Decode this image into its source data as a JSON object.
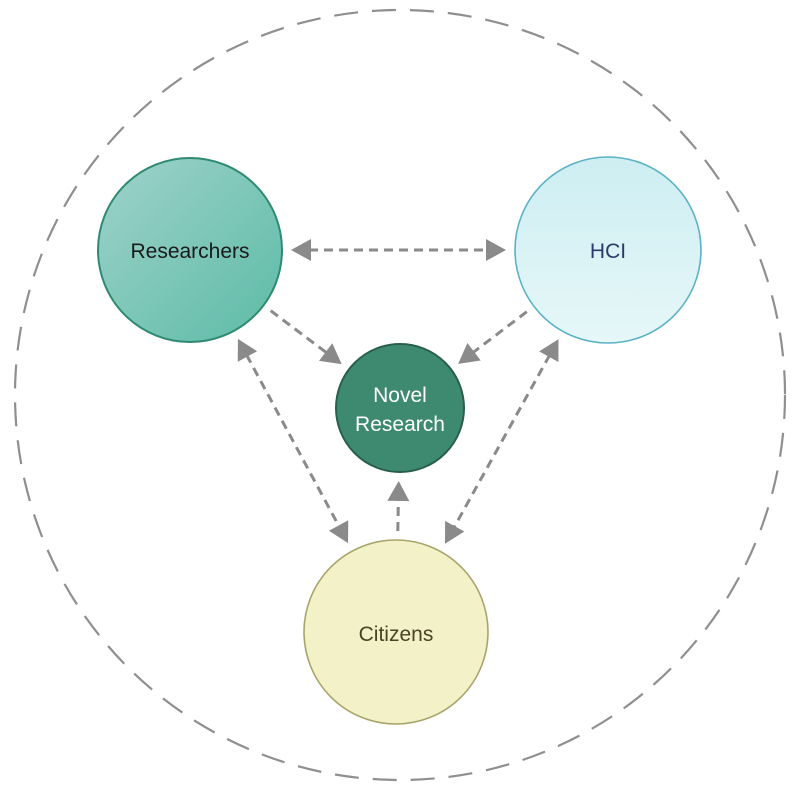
{
  "diagram": {
    "nodes": {
      "researchers": {
        "label": "Researchers",
        "fill_start": "#9fd2cb",
        "fill_end": "#5cbba6",
        "stroke": "#2f8a72",
        "text_color": "#1a1a1a"
      },
      "hci": {
        "label": "HCI",
        "fill_start": "#cdeef2",
        "fill_end": "#e6f7f8",
        "stroke": "#5bb2c5",
        "text_color": "#2a3b6a"
      },
      "novel_research": {
        "label_line1": "Novel",
        "label_line2": "Research",
        "fill": "#3e8a70",
        "stroke": "#2a5f4c",
        "text_color": "#ffffff"
      },
      "citizens": {
        "label": "Citizens",
        "fill": "#f3f1c8",
        "stroke": "#a7a56a",
        "text_color": "#4a4326"
      }
    },
    "edges": [
      {
        "from": "researchers",
        "to": "hci",
        "direction": "both"
      },
      {
        "from": "researchers",
        "to": "novel_research",
        "direction": "forward"
      },
      {
        "from": "hci",
        "to": "novel_research",
        "direction": "forward"
      },
      {
        "from": "citizens",
        "to": "novel_research",
        "direction": "forward"
      },
      {
        "from": "researchers",
        "to": "citizens",
        "direction": "both"
      },
      {
        "from": "hci",
        "to": "citizens",
        "direction": "both"
      }
    ],
    "colors": {
      "arrow": "#8a8a8a",
      "boundary": "#8f8f8f",
      "background": "#ffffff"
    }
  }
}
